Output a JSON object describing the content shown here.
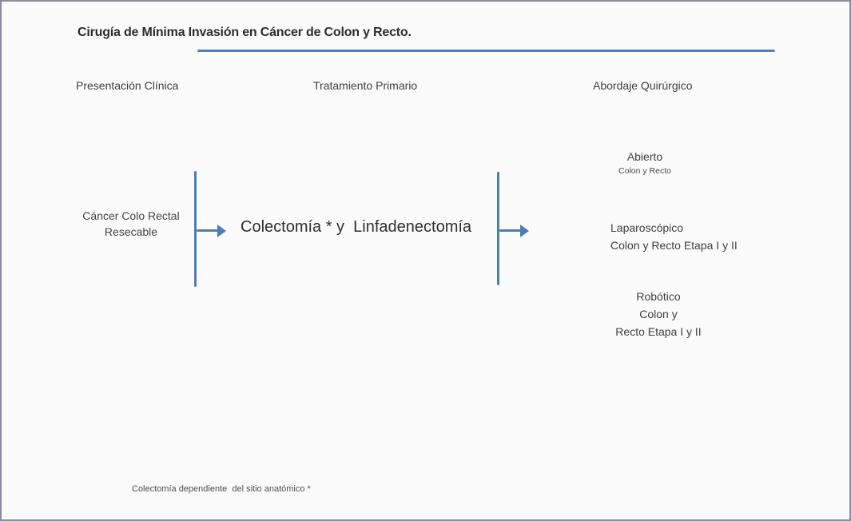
{
  "title": "Cirugía de Mínima Invasión en Cáncer de Colon y Recto.",
  "columns": {
    "presentation": "Presentación Clínica",
    "treatment": "Tratamiento Primario",
    "approach": "Abordaje Quirúrgico"
  },
  "flow": {
    "presentation_node": {
      "line1": "Cáncer Colo Rectal",
      "line2": "Resecable"
    },
    "treatment_node": "Colectomía * y  Linfadenectomía",
    "approaches": [
      {
        "name": "Abierto",
        "lines": [
          "Colon y Recto"
        ]
      },
      {
        "name": "Laparoscópico",
        "lines": [
          "Colon y Recto Etapa I y II"
        ]
      },
      {
        "name": "Robótico",
        "lines": [
          "Colon y",
          "Recto Etapa I y II"
        ]
      }
    ]
  },
  "footnote": "Colectomía dependiente  del sitio anatómico *",
  "colors": {
    "accent_blue": "#4f81bd",
    "connector_blue": "#4a7ebb",
    "page_border": "#8d8aa6",
    "text": "#3a3a3a"
  }
}
